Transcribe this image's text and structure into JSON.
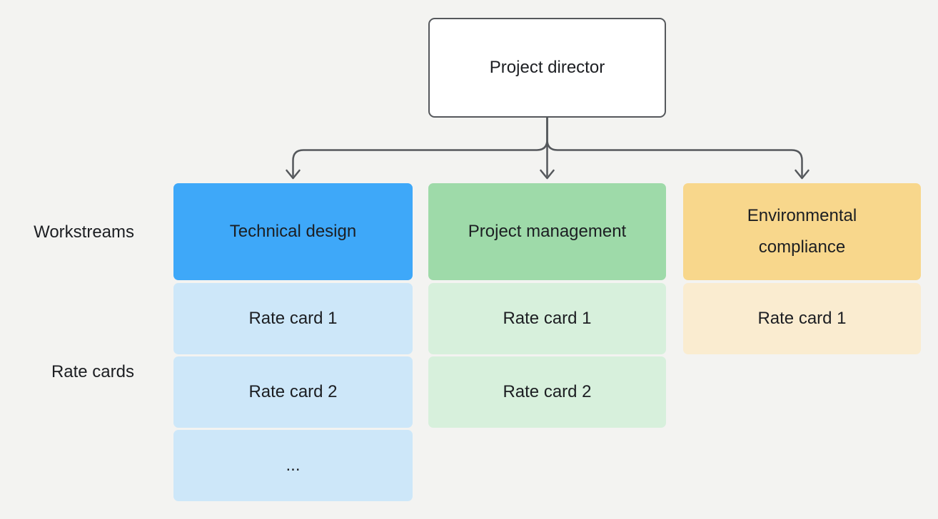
{
  "canvas": {
    "background": "#f3f3f1",
    "text_color": "#1c1e22",
    "connector_color": "#55585c"
  },
  "root": {
    "label": "Project director",
    "bg": "#ffffff",
    "border_color": "#55585c"
  },
  "row_labels": {
    "workstreams": "Workstreams",
    "rate_cards": "Rate cards"
  },
  "columns": [
    {
      "header": "Technical design",
      "header_bg": "#3ea8f9",
      "card_bg": "#cde7f9",
      "cards": [
        "Rate card 1",
        "Rate card 2",
        "..."
      ]
    },
    {
      "header": "Project management",
      "header_bg": "#9edaa9",
      "card_bg": "#d7f0dc",
      "cards": [
        "Rate card 1",
        "Rate card 2"
      ]
    },
    {
      "header": "Environmental compliance",
      "header_bg": "#f8d78c",
      "card_bg": "#faecd0",
      "cards": [
        "Rate card 1"
      ]
    }
  ]
}
